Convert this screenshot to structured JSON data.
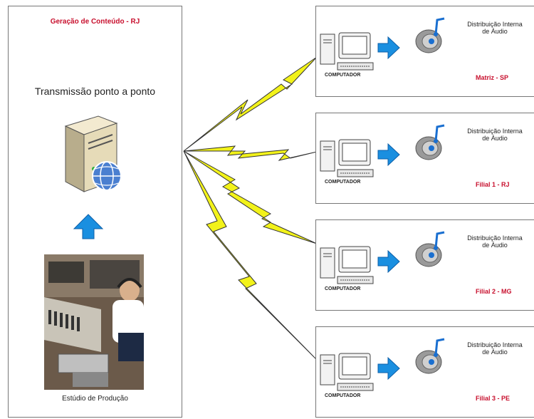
{
  "origin": {
    "title": "Geração de Conteúdo - RJ",
    "subtitle": "Transmissão ponto a ponto",
    "studio_caption": "Estúdio de Produção",
    "server_icon": "server-globe-icon",
    "arrow_icon": "up-arrow-icon",
    "studio_photo": "radio-studio-photo"
  },
  "sites": [
    {
      "computer_label": "COMPUTADOR",
      "distribution_label_line1": "Distribuição Interna",
      "distribution_label_line2": "de Áudio",
      "name": "Matriz - SP"
    },
    {
      "computer_label": "COMPUTADOR",
      "distribution_label_line1": "Distribuição Interna",
      "distribution_label_line2": "de Áudio",
      "name": "Filial 1 - RJ"
    },
    {
      "computer_label": "COMPUTADOR",
      "distribution_label_line1": "Distribuição Interna",
      "distribution_label_line2": "de Áudio",
      "name": "Filial 2 - MG"
    },
    {
      "computer_label": "COMPUTADOR",
      "distribution_label_line1": "Distribuição Interna",
      "distribution_label_line2": "de Áudio",
      "name": "Filial 3 - PE"
    }
  ],
  "colors": {
    "accent_red": "#c8102e",
    "lightning": "#f2f21a",
    "arrow_blue": "#1a8fe0"
  }
}
